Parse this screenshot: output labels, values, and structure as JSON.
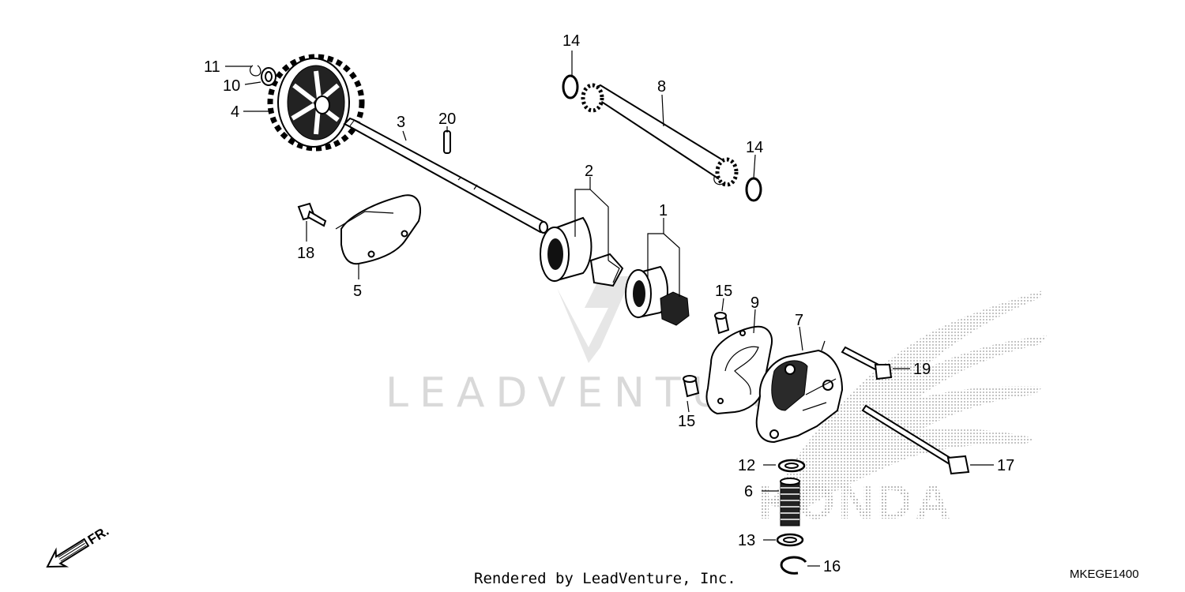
{
  "diagram": {
    "code": "MKEGE1400",
    "footer": "Rendered by LeadVenture, Inc.",
    "watermark": "LEADVENTURE",
    "brand": "HONDA",
    "direction_label": "FR."
  },
  "callouts": [
    {
      "id": "c1",
      "label": "1"
    },
    {
      "id": "c2",
      "label": "2"
    },
    {
      "id": "c3",
      "label": "3"
    },
    {
      "id": "c4",
      "label": "4"
    },
    {
      "id": "c5",
      "label": "5"
    },
    {
      "id": "c6",
      "label": "6"
    },
    {
      "id": "c7",
      "label": "7"
    },
    {
      "id": "c8",
      "label": "8"
    },
    {
      "id": "c9",
      "label": "9"
    },
    {
      "id": "c10",
      "label": "10"
    },
    {
      "id": "c11",
      "label": "11"
    },
    {
      "id": "c12",
      "label": "12"
    },
    {
      "id": "c13",
      "label": "13"
    },
    {
      "id": "c14a",
      "label": "14"
    },
    {
      "id": "c14b",
      "label": "14"
    },
    {
      "id": "c15a",
      "label": "15"
    },
    {
      "id": "c15b",
      "label": "15"
    },
    {
      "id": "c16",
      "label": "16"
    },
    {
      "id": "c17",
      "label": "17"
    },
    {
      "id": "c18",
      "label": "18"
    },
    {
      "id": "c19",
      "label": "19"
    },
    {
      "id": "c20",
      "label": "20"
    }
  ]
}
